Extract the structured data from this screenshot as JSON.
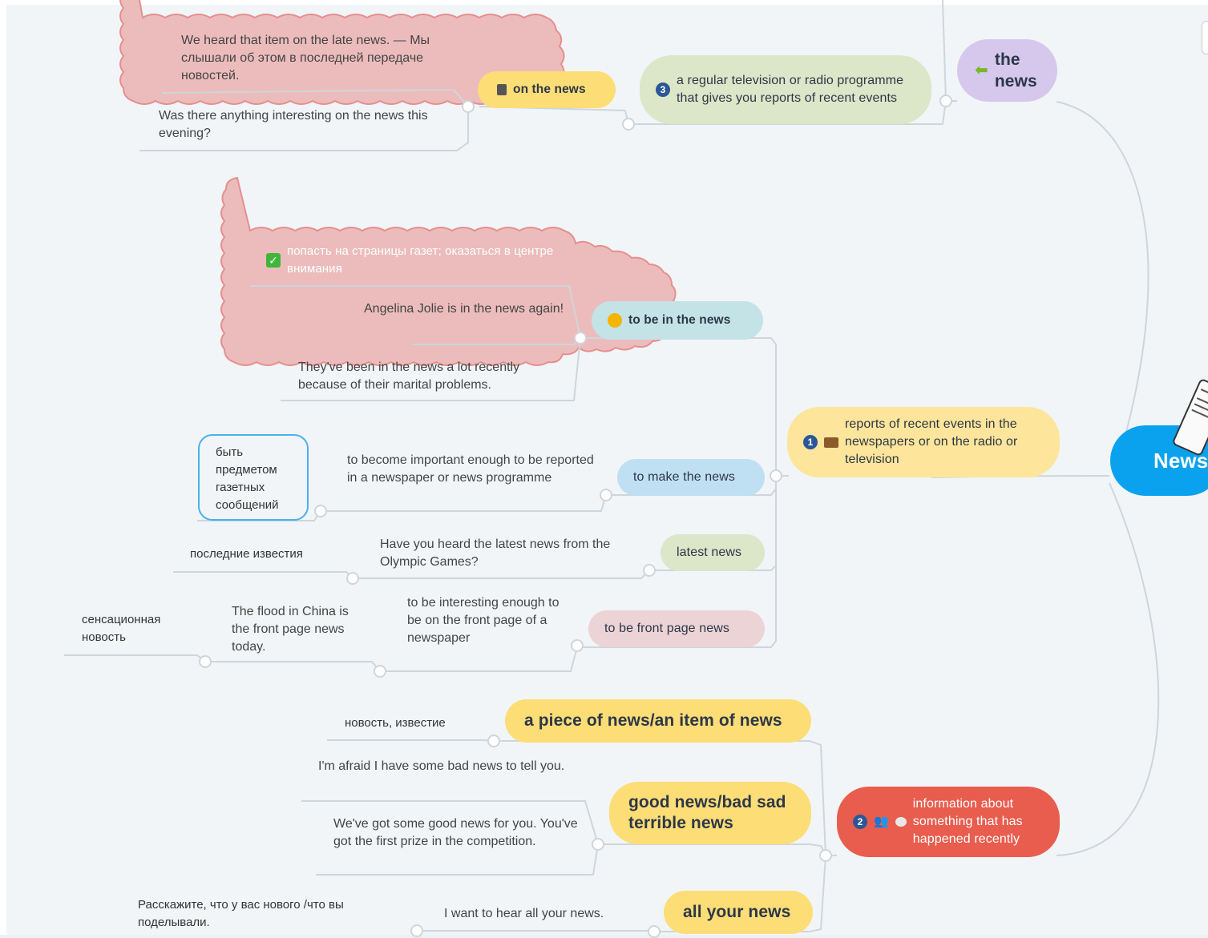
{
  "central": {
    "label": "News"
  },
  "the_news": {
    "label": "the news",
    "marker_icon": "arrow-left-icon",
    "definition": {
      "number": "3",
      "text": "a regular television or radio programme that gives you reports of recent events"
    },
    "on_the_news": {
      "label": "on the news",
      "marker_icon": "tv-icon",
      "examples": [
        "We heard that item on the late news. — Мы слышали об этом в последней передаче новостей.",
        "Was there anything interesting on the news this evening?"
      ]
    }
  },
  "reports": {
    "number": "1",
    "marker_icon": "radio-icon",
    "label": "reports of recent events in the newspapers or on the radio or television",
    "to_be_in_the_news": {
      "label": "to be in the news",
      "marker_icon": "grimace-emoji-icon",
      "translation": "попасть на страницы газет; оказаться в центре внимания",
      "translation_icon": "check-mark-icon",
      "examples": [
        "Angelina Jolie is in the news again!",
        "They've been in the news a lot recently because of their marital problems."
      ]
    },
    "to_make_the_news": {
      "label": "to make the news",
      "definition": "to become important enough to be reported in a newspaper or news programme",
      "translation": "быть предметом газетных сообщений"
    },
    "latest_news": {
      "label": "latest news",
      "example": "Have you heard the latest news from the Olympic Games?",
      "translation": "последние известия"
    },
    "front_page_news": {
      "label": "to be front page news",
      "definition": "to be interesting enough to be on the front page of a newspaper",
      "example": "The flood in China is the front page news today.",
      "translation": "сенсационная новость"
    }
  },
  "information": {
    "number": "2",
    "marker_icons": [
      "people-icon",
      "speech-bubble-icon"
    ],
    "label": "information about something that has happened recently",
    "piece_of_news": {
      "label": "a piece of news/an item of news",
      "translation": "новость, известие"
    },
    "good_bad_news": {
      "label": "good news/bad sad terrible news",
      "examples": [
        "I'm afraid I have some bad news to tell you.",
        "We've got some good news for you. You've got the first prize in the competition."
      ]
    },
    "all_your_news": {
      "label": "all your news",
      "example": "I want to hear all your news.",
      "translation": "Расскажите, что у вас нового /что вы поделывали."
    }
  },
  "colors": {
    "central": "#0aa2ee",
    "cloud": "#ecbcbc",
    "cloud_border": "#e58f8f",
    "yellow": "#fde59b",
    "strong_yellow": "#fddd76",
    "purple": "#d6c8ec",
    "green": "#dce6c8",
    "teal": "#c4e3e6",
    "blue": "#bfe0f3",
    "pink": "#ecd3d6",
    "red": "#e85d4e"
  }
}
